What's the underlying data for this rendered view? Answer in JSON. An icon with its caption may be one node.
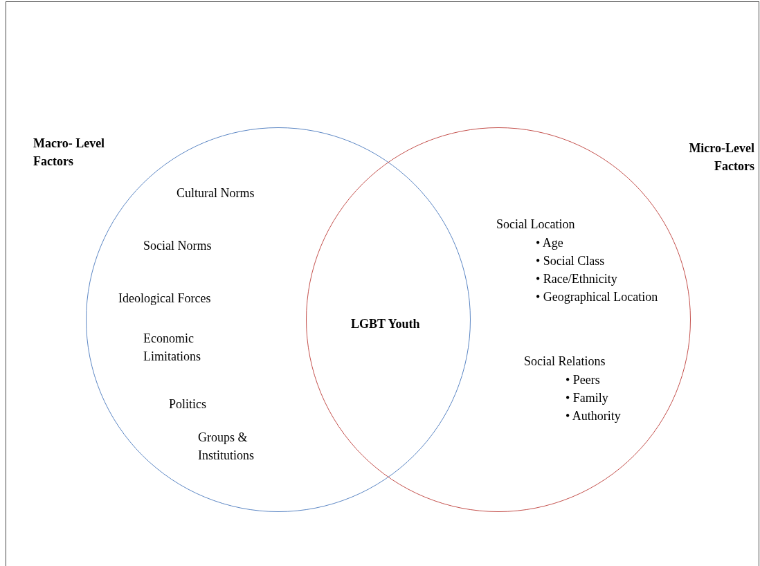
{
  "diagram": {
    "nodes": [
      {
        "text": [
          "Macro- Level Factors",
          "Cultural Norms",
          "Social Norms",
          "Ideological Forces",
          "Economic Limitations",
          "Politics",
          "Groups & Institutions"
        ]
      },
      {
        "text": [
          "Micro-Level Factors",
          "Social Location",
          "• Age",
          "• Social Class",
          "• Race/Ethnicity",
          "• Geographical Location",
          "Social Relations",
          "• Peers",
          "• Family",
          "• Authority"
        ]
      }
    ],
    "labels": [
      "LGBT Youth"
    ]
  }
}
